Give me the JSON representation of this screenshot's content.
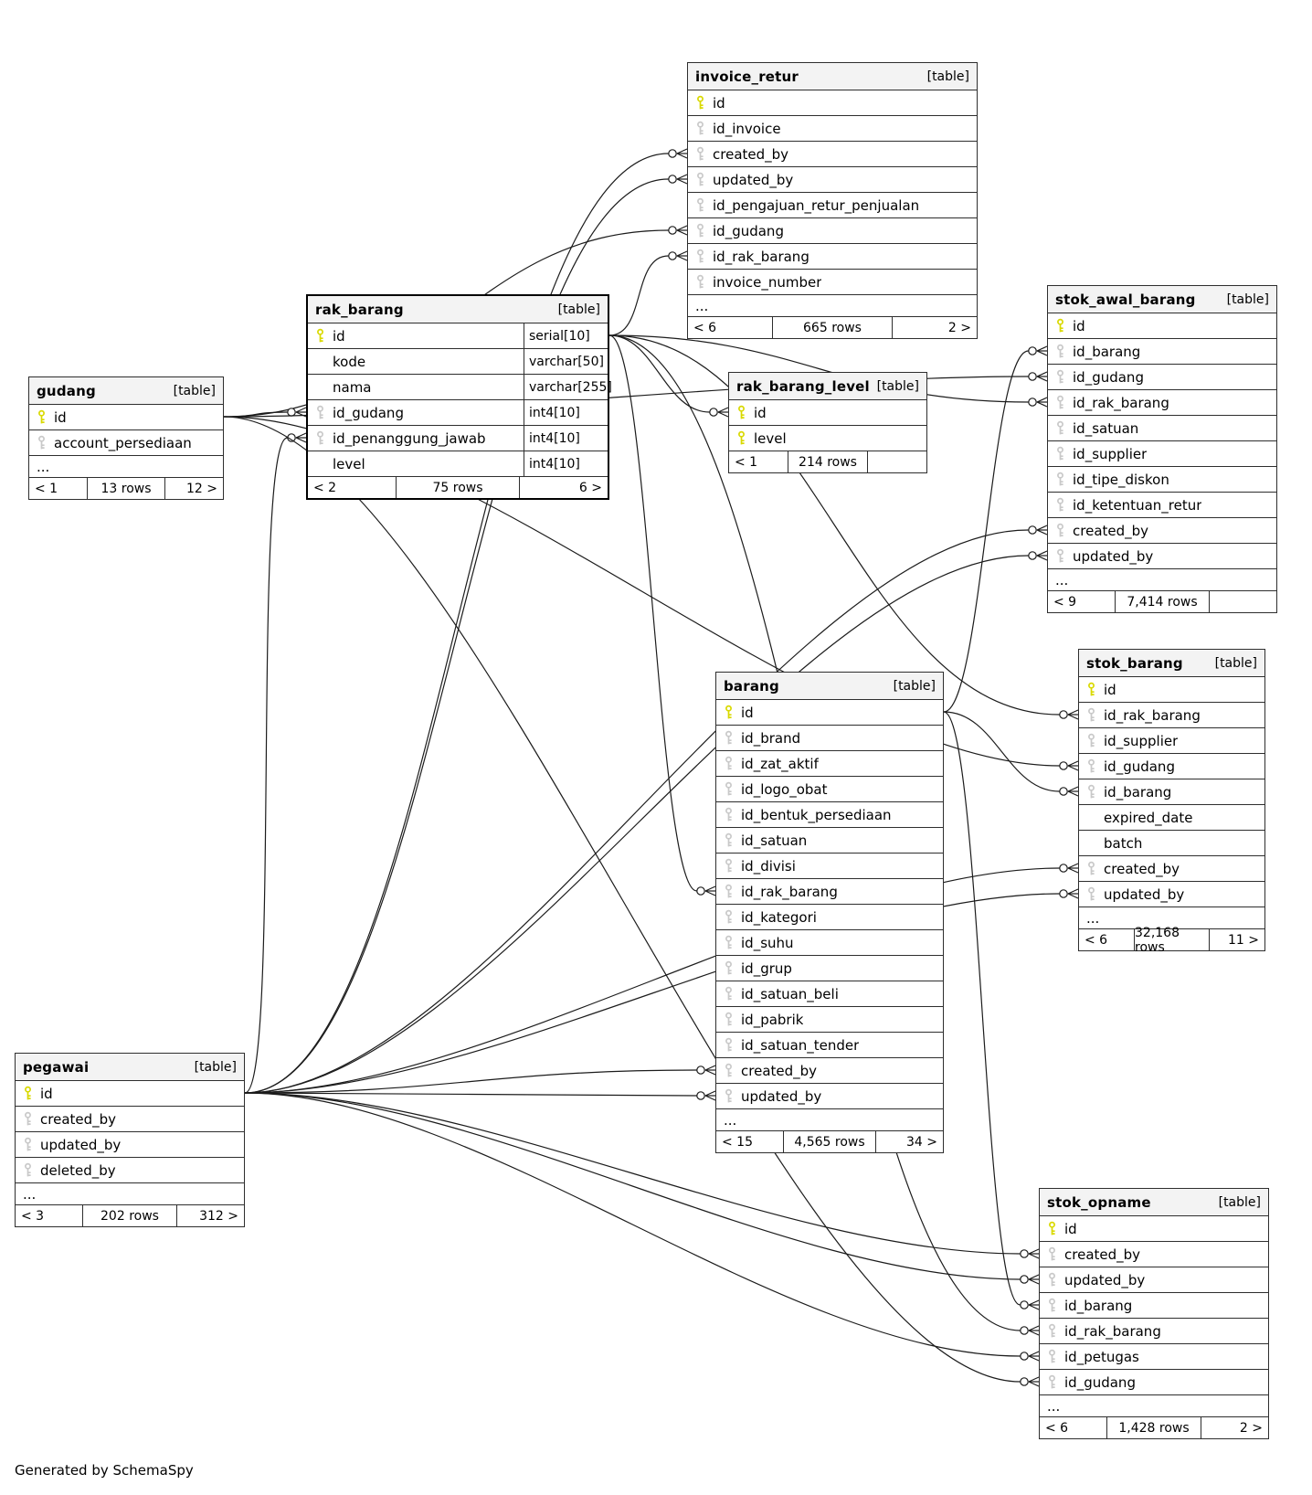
{
  "page": {
    "footer_note": "Generated by SchemaSpy"
  },
  "diagram": {
    "colors": {
      "primary_key": "#d9d900",
      "foreign_key": "#c9c9c9",
      "header_bg": "#f3f3f3",
      "line": "#1c1c1c"
    },
    "tables": [
      {
        "name": "gudang",
        "type_label": "[table]",
        "columns": [
          {
            "name": "id",
            "key": "pk"
          },
          {
            "name": "account_persediaan",
            "key": "fk"
          }
        ],
        "ellipsis": "...",
        "footer": {
          "parents": "< 1",
          "rows": "13 rows",
          "children": "12 >"
        }
      },
      {
        "name": "invoice_retur",
        "type_label": "[table]",
        "columns": [
          {
            "name": "id",
            "key": "pk"
          },
          {
            "name": "id_invoice",
            "key": "fk"
          },
          {
            "name": "created_by",
            "key": "fk"
          },
          {
            "name": "updated_by",
            "key": "fk"
          },
          {
            "name": "id_pengajuan_retur_penjualan",
            "key": "fk"
          },
          {
            "name": "id_gudang",
            "key": "fk"
          },
          {
            "name": "id_rak_barang",
            "key": "fk"
          },
          {
            "name": "invoice_number",
            "key": "fk"
          }
        ],
        "ellipsis": "...",
        "footer": {
          "parents": "< 6",
          "rows": "665 rows",
          "children": "2 >"
        }
      },
      {
        "name": "rak_barang",
        "type_label": "[table]",
        "columns": [
          {
            "name": "id",
            "key": "pk",
            "type": "serial[10]"
          },
          {
            "name": "kode",
            "key": "none",
            "type": "varchar[50]"
          },
          {
            "name": "nama",
            "key": "none",
            "type": "varchar[255]"
          },
          {
            "name": "id_gudang",
            "key": "fk",
            "type": "int4[10]"
          },
          {
            "name": "id_penanggung_jawab",
            "key": "fk",
            "type": "int4[10]"
          },
          {
            "name": "level",
            "key": "none",
            "type": "int4[10]"
          }
        ],
        "footer": {
          "parents": "< 2",
          "rows": "75 rows",
          "children": "6 >"
        }
      },
      {
        "name": "rak_barang_level",
        "type_label": "[table]",
        "columns": [
          {
            "name": "id",
            "key": "pk"
          },
          {
            "name": "level",
            "key": "pk"
          }
        ],
        "footer": {
          "parents": "< 1",
          "rows": "214 rows",
          "children": ""
        }
      },
      {
        "name": "stok_awal_barang",
        "type_label": "[table]",
        "columns": [
          {
            "name": "id",
            "key": "pk"
          },
          {
            "name": "id_barang",
            "key": "fk"
          },
          {
            "name": "id_gudang",
            "key": "fk"
          },
          {
            "name": "id_rak_barang",
            "key": "fk"
          },
          {
            "name": "id_satuan",
            "key": "fk"
          },
          {
            "name": "id_supplier",
            "key": "fk"
          },
          {
            "name": "id_tipe_diskon",
            "key": "fk"
          },
          {
            "name": "id_ketentuan_retur",
            "key": "fk"
          },
          {
            "name": "created_by",
            "key": "fk"
          },
          {
            "name": "updated_by",
            "key": "fk"
          }
        ],
        "ellipsis": "...",
        "footer": {
          "parents": "< 9",
          "rows": "7,414 rows",
          "children": ""
        }
      },
      {
        "name": "stok_barang",
        "type_label": "[table]",
        "columns": [
          {
            "name": "id",
            "key": "pk"
          },
          {
            "name": "id_rak_barang",
            "key": "fk"
          },
          {
            "name": "id_supplier",
            "key": "fk"
          },
          {
            "name": "id_gudang",
            "key": "fk"
          },
          {
            "name": "id_barang",
            "key": "fk"
          },
          {
            "name": "expired_date",
            "key": "none"
          },
          {
            "name": "batch",
            "key": "none"
          },
          {
            "name": "created_by",
            "key": "fk"
          },
          {
            "name": "updated_by",
            "key": "fk"
          }
        ],
        "ellipsis": "...",
        "footer": {
          "parents": "< 6",
          "rows": "32,168 rows",
          "children": "11 >"
        }
      },
      {
        "name": "barang",
        "type_label": "[table]",
        "columns": [
          {
            "name": "id",
            "key": "pk"
          },
          {
            "name": "id_brand",
            "key": "fk"
          },
          {
            "name": "id_zat_aktif",
            "key": "fk"
          },
          {
            "name": "id_logo_obat",
            "key": "fk"
          },
          {
            "name": "id_bentuk_persediaan",
            "key": "fk"
          },
          {
            "name": "id_satuan",
            "key": "fk"
          },
          {
            "name": "id_divisi",
            "key": "fk"
          },
          {
            "name": "id_rak_barang",
            "key": "fk"
          },
          {
            "name": "id_kategori",
            "key": "fk"
          },
          {
            "name": "id_suhu",
            "key": "fk"
          },
          {
            "name": "id_grup",
            "key": "fk"
          },
          {
            "name": "id_satuan_beli",
            "key": "fk"
          },
          {
            "name": "id_pabrik",
            "key": "fk"
          },
          {
            "name": "id_satuan_tender",
            "key": "fk"
          },
          {
            "name": "created_by",
            "key": "fk"
          },
          {
            "name": "updated_by",
            "key": "fk"
          }
        ],
        "ellipsis": "...",
        "footer": {
          "parents": "< 15",
          "rows": "4,565 rows",
          "children": "34 >"
        }
      },
      {
        "name": "pegawai",
        "type_label": "[table]",
        "columns": [
          {
            "name": "id",
            "key": "pk"
          },
          {
            "name": "created_by",
            "key": "fk"
          },
          {
            "name": "updated_by",
            "key": "fk"
          },
          {
            "name": "deleted_by",
            "key": "fk"
          }
        ],
        "ellipsis": "...",
        "footer": {
          "parents": "< 3",
          "rows": "202 rows",
          "children": "312 >"
        }
      },
      {
        "name": "stok_opname",
        "type_label": "[table]",
        "columns": [
          {
            "name": "id",
            "key": "pk"
          },
          {
            "name": "created_by",
            "key": "fk"
          },
          {
            "name": "updated_by",
            "key": "fk"
          },
          {
            "name": "id_barang",
            "key": "fk"
          },
          {
            "name": "id_rak_barang",
            "key": "fk"
          },
          {
            "name": "id_petugas",
            "key": "fk"
          },
          {
            "name": "id_gudang",
            "key": "fk"
          }
        ],
        "ellipsis": "...",
        "footer": {
          "parents": "< 6",
          "rows": "1,428 rows",
          "children": "2 >"
        }
      }
    ],
    "relationships": [
      {
        "from": "invoice_retur.created_by",
        "to": "pegawai.id"
      },
      {
        "from": "invoice_retur.updated_by",
        "to": "pegawai.id"
      },
      {
        "from": "invoice_retur.id_gudang",
        "to": "gudang.id"
      },
      {
        "from": "invoice_retur.id_rak_barang",
        "to": "rak_barang.id"
      },
      {
        "from": "rak_barang.id_gudang",
        "to": "gudang.id"
      },
      {
        "from": "rak_barang.id_penanggung_jawab",
        "to": "pegawai.id"
      },
      {
        "from": "rak_barang_level.id",
        "to": "rak_barang.id"
      },
      {
        "from": "stok_awal_barang.id_barang",
        "to": "barang.id"
      },
      {
        "from": "stok_awal_barang.id_gudang",
        "to": "gudang.id"
      },
      {
        "from": "stok_awal_barang.id_rak_barang",
        "to": "rak_barang.id"
      },
      {
        "from": "stok_awal_barang.created_by",
        "to": "pegawai.id"
      },
      {
        "from": "stok_awal_barang.updated_by",
        "to": "pegawai.id"
      },
      {
        "from": "stok_barang.id_rak_barang",
        "to": "rak_barang.id"
      },
      {
        "from": "stok_barang.id_gudang",
        "to": "gudang.id"
      },
      {
        "from": "stok_barang.id_barang",
        "to": "barang.id"
      },
      {
        "from": "stok_barang.created_by",
        "to": "pegawai.id"
      },
      {
        "from": "stok_barang.updated_by",
        "to": "pegawai.id"
      },
      {
        "from": "barang.id_rak_barang",
        "to": "rak_barang.id"
      },
      {
        "from": "barang.created_by",
        "to": "pegawai.id"
      },
      {
        "from": "barang.updated_by",
        "to": "pegawai.id"
      },
      {
        "from": "stok_opname.created_by",
        "to": "pegawai.id"
      },
      {
        "from": "stok_opname.updated_by",
        "to": "pegawai.id"
      },
      {
        "from": "stok_opname.id_barang",
        "to": "barang.id"
      },
      {
        "from": "stok_opname.id_rak_barang",
        "to": "rak_barang.id"
      },
      {
        "from": "stok_opname.id_petugas",
        "to": "pegawai.id"
      },
      {
        "from": "stok_opname.id_gudang",
        "to": "gudang.id"
      }
    ]
  }
}
